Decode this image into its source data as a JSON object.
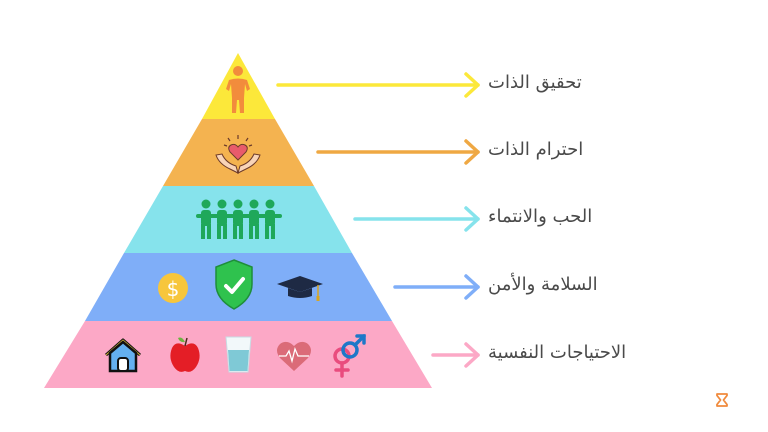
{
  "diagram": {
    "type": "maslow-pyramid",
    "levels": [
      {
        "label": "تحقيق الذات",
        "color": "#FCE83A",
        "arrow_color": "#FCE83A",
        "icons": [
          "person-icon"
        ]
      },
      {
        "label": "احترام الذات",
        "color": "#F4B350",
        "arrow_color": "#EFA843",
        "icons": [
          "heart-hands-icon"
        ]
      },
      {
        "label": "الحب والانتماء",
        "color": "#86E3EC",
        "arrow_color": "#86E3EC",
        "icons": [
          "group-people-icon"
        ]
      },
      {
        "label": "السلامة والأمن",
        "color": "#7FAEF8",
        "arrow_color": "#7FAEF8",
        "icons": [
          "dollar-coin-icon",
          "shield-check-icon",
          "graduation-cap-icon"
        ]
      },
      {
        "label": "الاحتياجات النفسية",
        "color": "#FCA8C6",
        "arrow_color": "#FCA8C6",
        "icons": [
          "house-icon",
          "apple-icon",
          "water-glass-icon",
          "heart-pulse-icon",
          "gender-icon"
        ]
      }
    ]
  },
  "logo": {
    "icon": "hourglass-logo-icon",
    "color": "#F08A3C"
  }
}
